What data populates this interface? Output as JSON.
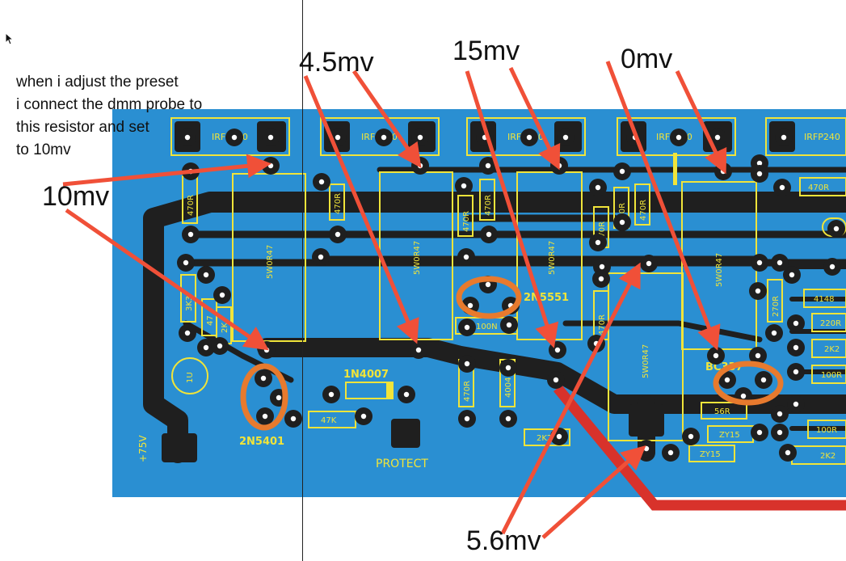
{
  "note": {
    "lines": [
      "when i adjust the preset",
      "i connect the dmm probe to",
      "this resistor and set",
      "to 10mv"
    ]
  },
  "readings": {
    "r1": "10mv",
    "r2": "4.5mv",
    "r3": "15mv",
    "r4": "0mv",
    "r5": "5.6mv"
  },
  "board": {
    "mosfets": [
      "IRFP240",
      "IRFP240",
      "IRFP240",
      "IRFP240",
      "IRFP240"
    ],
    "emitter_resistors": [
      "5W0R47",
      "5W0R47",
      "5W0R47",
      "5W0R47",
      "5W0R47"
    ],
    "gate_resistors": [
      "470R",
      "470R",
      "470R",
      "470R",
      "470R",
      "470R",
      "470R",
      "470R",
      "470R"
    ],
    "parts": {
      "r3k3": "3K3",
      "r47": "47",
      "r2k": "2K",
      "cap1u": "1U",
      "q_2n5401": "2N5401",
      "q_2n5551": "2N5551",
      "q_bc337": "BC337",
      "diode_1n4007": "1N4007",
      "diode_4004": "4004",
      "r47k": "47K",
      "cap100n": "100N",
      "r2k2_a": "2K2",
      "r2k2_b": "2K2",
      "r2k2_c": "2K2",
      "r270r": "270R",
      "r56r": "56R",
      "zy15_a": "ZY15",
      "zy15_b": "ZY15",
      "d4148": "4148",
      "r220r": "220R",
      "r100r_a": "100R",
      "r100r_b": "100R",
      "r470r_right": "470R",
      "supply": "+75V",
      "protect": "PROTECT"
    }
  },
  "colors": {
    "pcb": "#2a8fd2",
    "trace": "#1f1f1f",
    "silk": "#f0e43a",
    "arrow": "#f05038",
    "circle": "#e77a2e",
    "red_wire": "#d8322b"
  }
}
